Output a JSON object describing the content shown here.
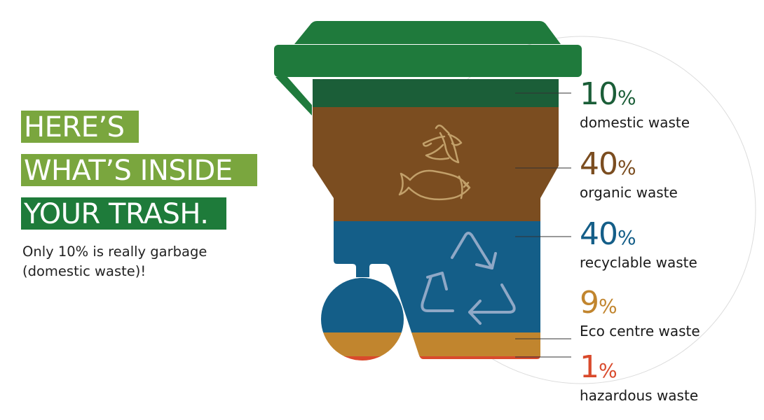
{
  "headline": {
    "line1": "HERE’S",
    "line2": "WHAT’S INSIDE",
    "line3": "YOUR TRASH.",
    "subtitle_line1": "Only 10% is really garbage",
    "subtitle_line2": "(domestic waste)!"
  },
  "colors": {
    "lid": "#1f7a3c",
    "headline_light": "#7aa63e",
    "headline_dark": "#1e7b3a",
    "domestic": "#1b5e38",
    "organic": "#7b4d20",
    "recyclable": "#145e88",
    "eco_centre": "#c1852e",
    "hazardous": "#d94a2c"
  },
  "chart_data": {
    "type": "bar",
    "title": "Here's what's inside your trash.",
    "stacked": true,
    "categories": [
      "domestic waste",
      "organic waste",
      "recyclable waste",
      "Eco centre waste",
      "hazardous waste"
    ],
    "values": [
      10,
      40,
      40,
      9,
      1
    ],
    "unit": "%",
    "percent_symbol": "%",
    "value_labels": [
      "10",
      "40",
      "40",
      "9",
      "1"
    ]
  }
}
